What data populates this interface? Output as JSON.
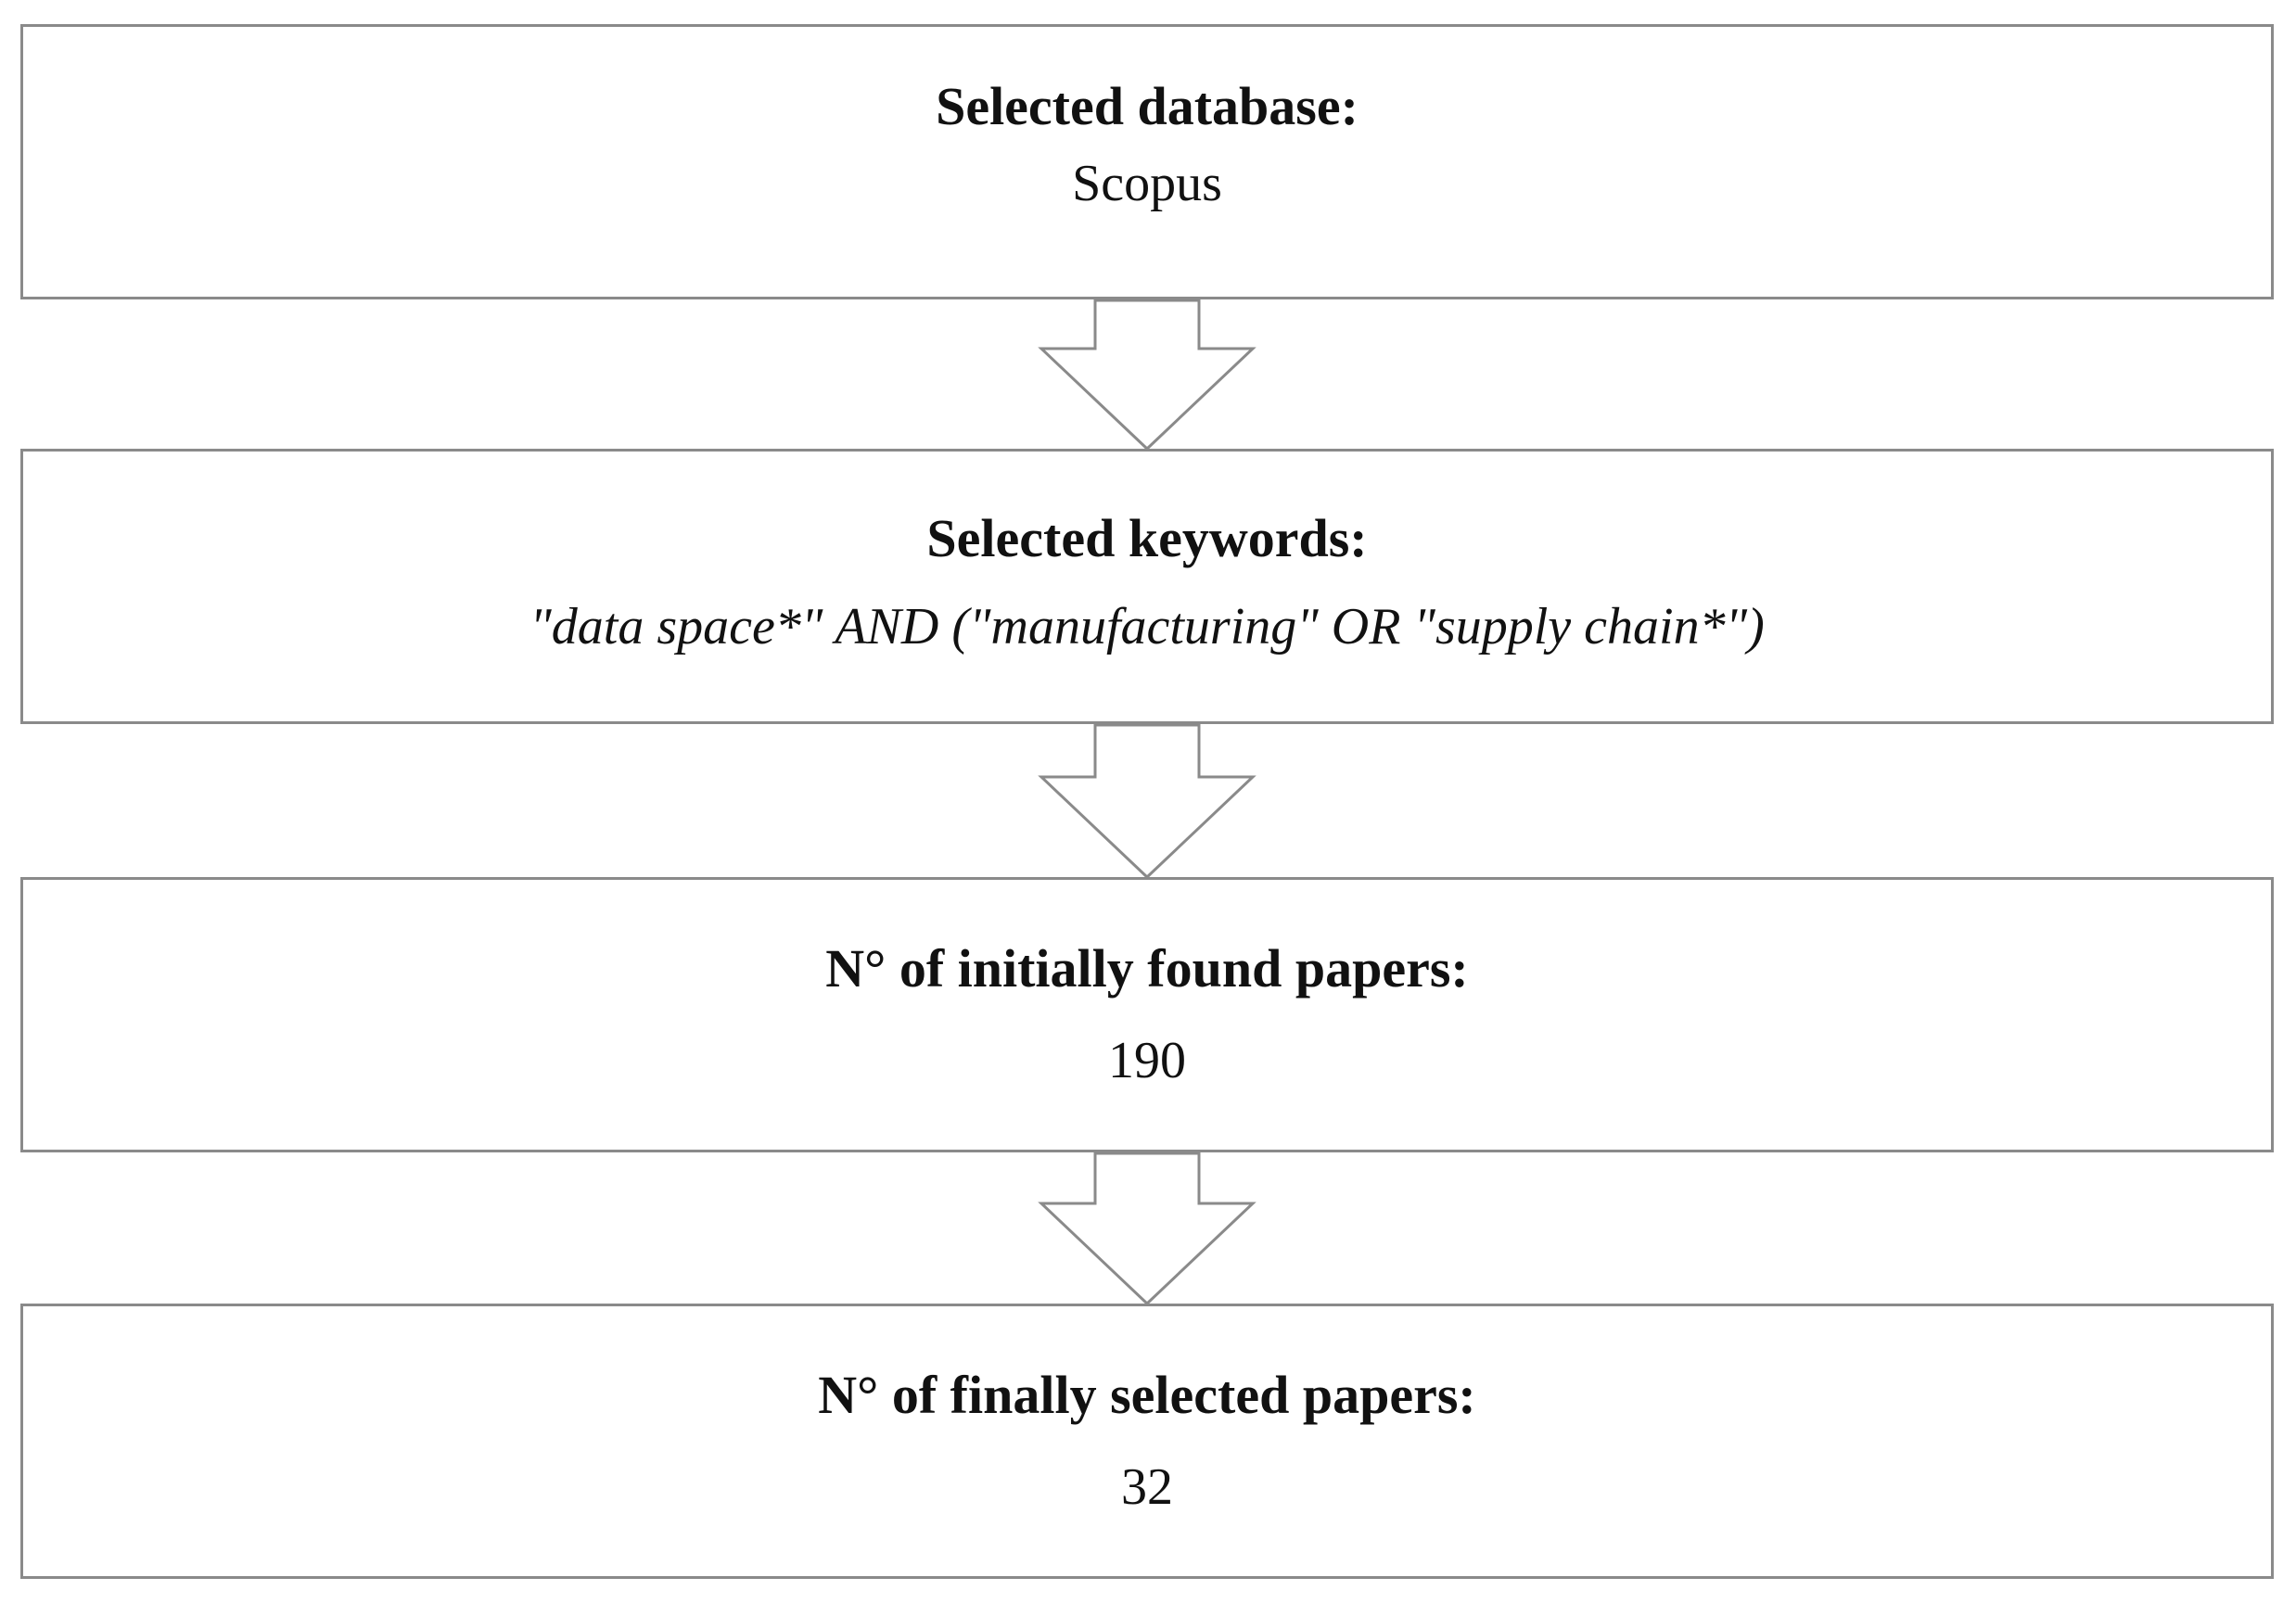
{
  "steps": [
    {
      "heading": "Selected database:",
      "value": "Scopus"
    },
    {
      "heading": "Selected keywords:",
      "value": "\"data space*\" AND (\"manufacturing\" OR \"supply chain*\")"
    },
    {
      "heading": "N° of initially found papers:",
      "value": "190"
    },
    {
      "heading": "N° of finally selected papers:",
      "value": "32"
    }
  ],
  "colors": {
    "border": "#8a8a8a",
    "text": "#111111",
    "background": "#ffffff"
  }
}
